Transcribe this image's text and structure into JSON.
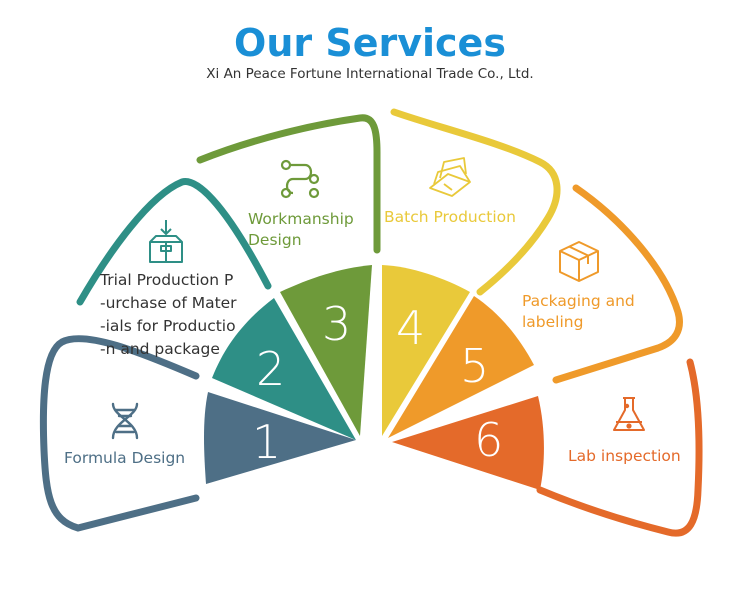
{
  "title": "Our Services",
  "subtitle": "Xi An Peace Fortune International Trade Co., Ltd.",
  "colors": {
    "title": "#1a8fd6",
    "subtitle": "#333333",
    "step1": "#4e6f86",
    "step2": "#2e8f86",
    "step3": "#6e9a3a",
    "step4": "#e9c93a",
    "step5": "#ef9a2a",
    "step6": "#e46a2a"
  },
  "steps": [
    {
      "number": "1",
      "label_lines": [
        "Formula Design"
      ],
      "icon": "dna-icon"
    },
    {
      "number": "2",
      "label_lines": [
        "Trial Production P",
        "-urchase of Mater",
        "-ials for Productio",
        "-n and package"
      ],
      "icon": "box-arrow-icon"
    },
    {
      "number": "3",
      "label_lines": [
        "Workmanship",
        "Design"
      ],
      "icon": "workflow-icon"
    },
    {
      "number": "4",
      "label_lines": [
        "Batch Production"
      ],
      "icon": "stacked-sheets-icon"
    },
    {
      "number": "5",
      "label_lines": [
        "Packaging and",
        "labeling"
      ],
      "icon": "package-icon"
    },
    {
      "number": "6",
      "label_lines": [
        "Lab inspection"
      ],
      "icon": "flask-icon"
    }
  ]
}
